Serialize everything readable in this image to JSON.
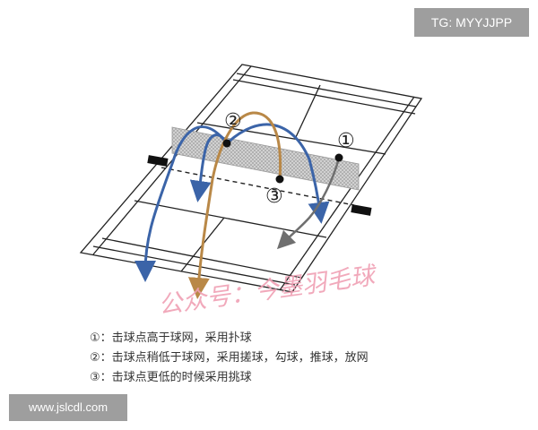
{
  "tag_badge": "TG: MYYJJPP",
  "site_badge": "www.jslcdl.com",
  "markers": {
    "m1": "①",
    "m2": "②",
    "m3": "③"
  },
  "watermark": "公众号：今墨羽毛球",
  "legend": [
    "①：击球点高于球网，采用扑球",
    "②：击球点稍低于球网，采用搓球，勾球，推球，放网",
    "③：击球点更低的时候采用挑球"
  ],
  "colors": {
    "blue_arrow": "#3b64a8",
    "orange_arrow": "#b98847",
    "gray_arrow": "#6f6f6f",
    "court_line": "#222222",
    "net": "#c8c8c8",
    "watermark": "#f0a0b4",
    "badge_bg": "#9e9e9e"
  }
}
